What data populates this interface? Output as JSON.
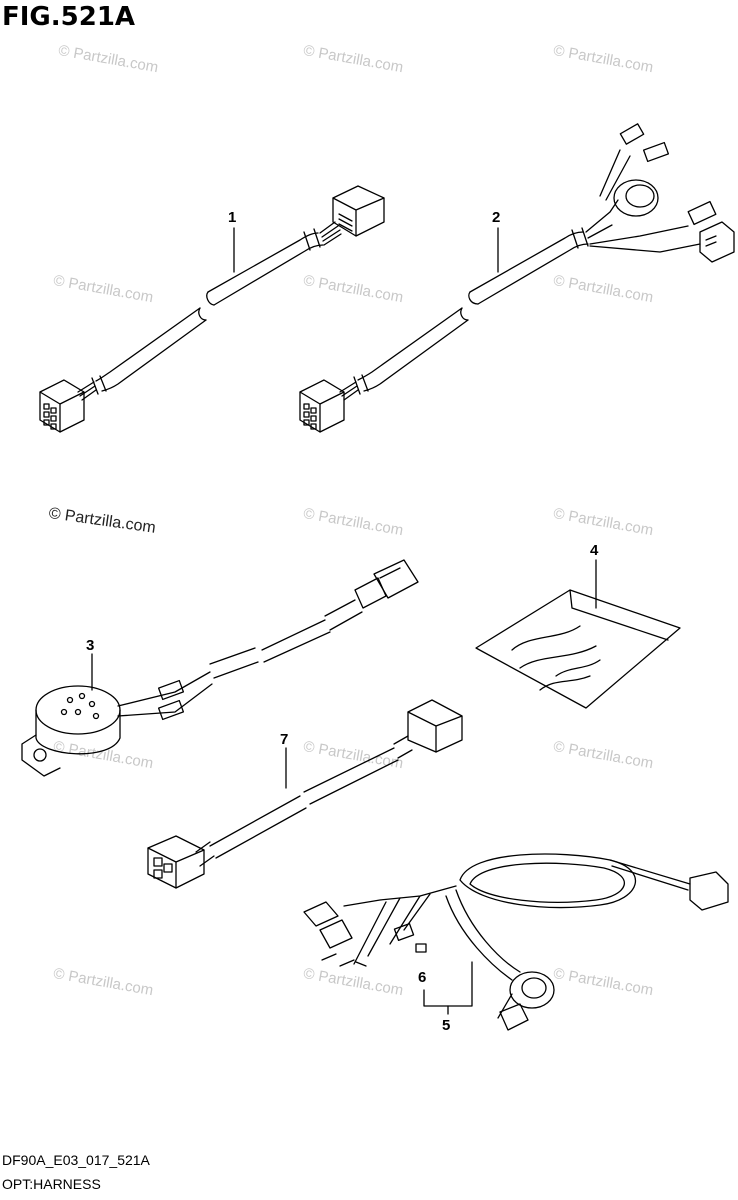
{
  "figure": {
    "title": "FIG.521A",
    "drawing_code": "DF90A_E03_017_521A",
    "section_name": "OPT:HARNESS"
  },
  "watermark": {
    "text": "© Partzilla.com",
    "prominent_text": "© Partzilla.com"
  },
  "callouts": [
    "1",
    "2",
    "3",
    "4",
    "5",
    "6",
    "7"
  ],
  "parts": [
    {
      "ref": "1",
      "icon": "harness-with-connectors"
    },
    {
      "ref": "2",
      "icon": "harness-with-branch-connectors"
    },
    {
      "ref": "3",
      "icon": "buzzer-with-leads"
    },
    {
      "ref": "4",
      "icon": "instruction-bag"
    },
    {
      "ref": "5",
      "icon": "main-harness-loop"
    },
    {
      "ref": "6",
      "icon": "fuse"
    },
    {
      "ref": "7",
      "icon": "adapter-harness"
    }
  ],
  "colors": {
    "line": "#000000",
    "watermark": "#c8c8c8"
  }
}
